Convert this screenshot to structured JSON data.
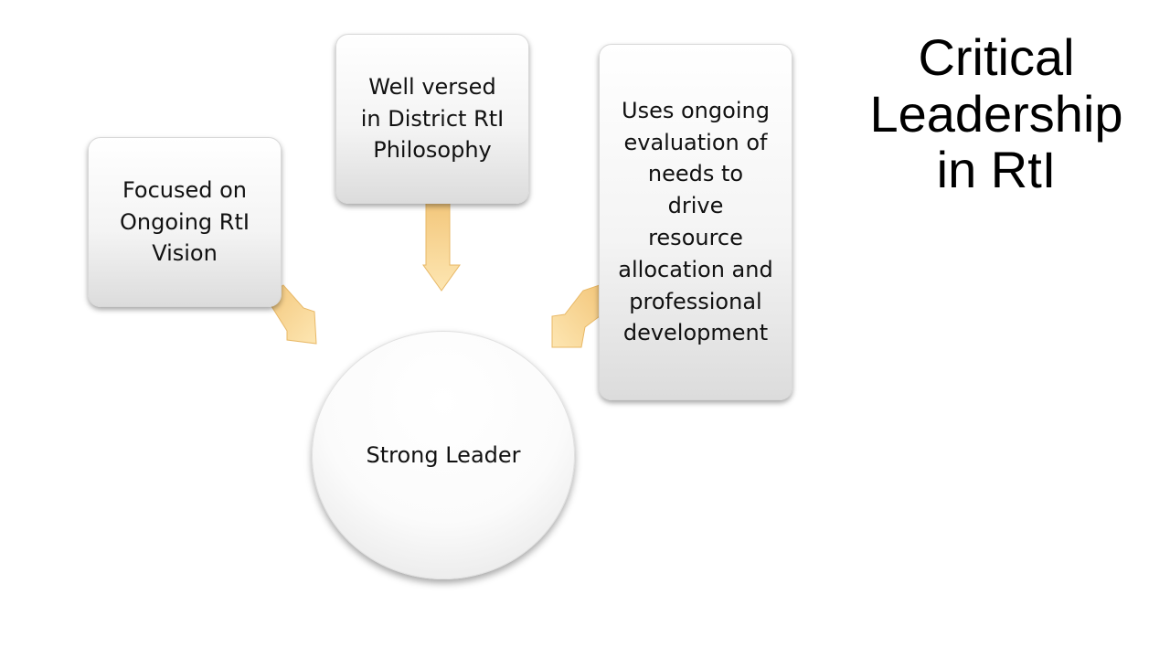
{
  "title": {
    "line1": "Critical",
    "line2": "Leadership",
    "line3": "in RtI"
  },
  "center_node": {
    "label": "Strong Leader"
  },
  "nodes": [
    {
      "lines": [
        "Focused on",
        "Ongoing RtI",
        "Vision"
      ]
    },
    {
      "lines": [
        "Well versed",
        "in District RtI",
        "Philosophy"
      ]
    },
    {
      "lines": [
        "Uses ongoing",
        "evaluation of",
        "needs to",
        "drive",
        "resource",
        "allocation and",
        "professional",
        "development"
      ]
    }
  ],
  "colors": {
    "arrow_fill_light": "#fde7b0",
    "arrow_fill_dark": "#f6c97a",
    "arrow_stroke": "#e8b866",
    "box_border": "#d8d8d8",
    "text": "#111111",
    "background": "#ffffff"
  }
}
